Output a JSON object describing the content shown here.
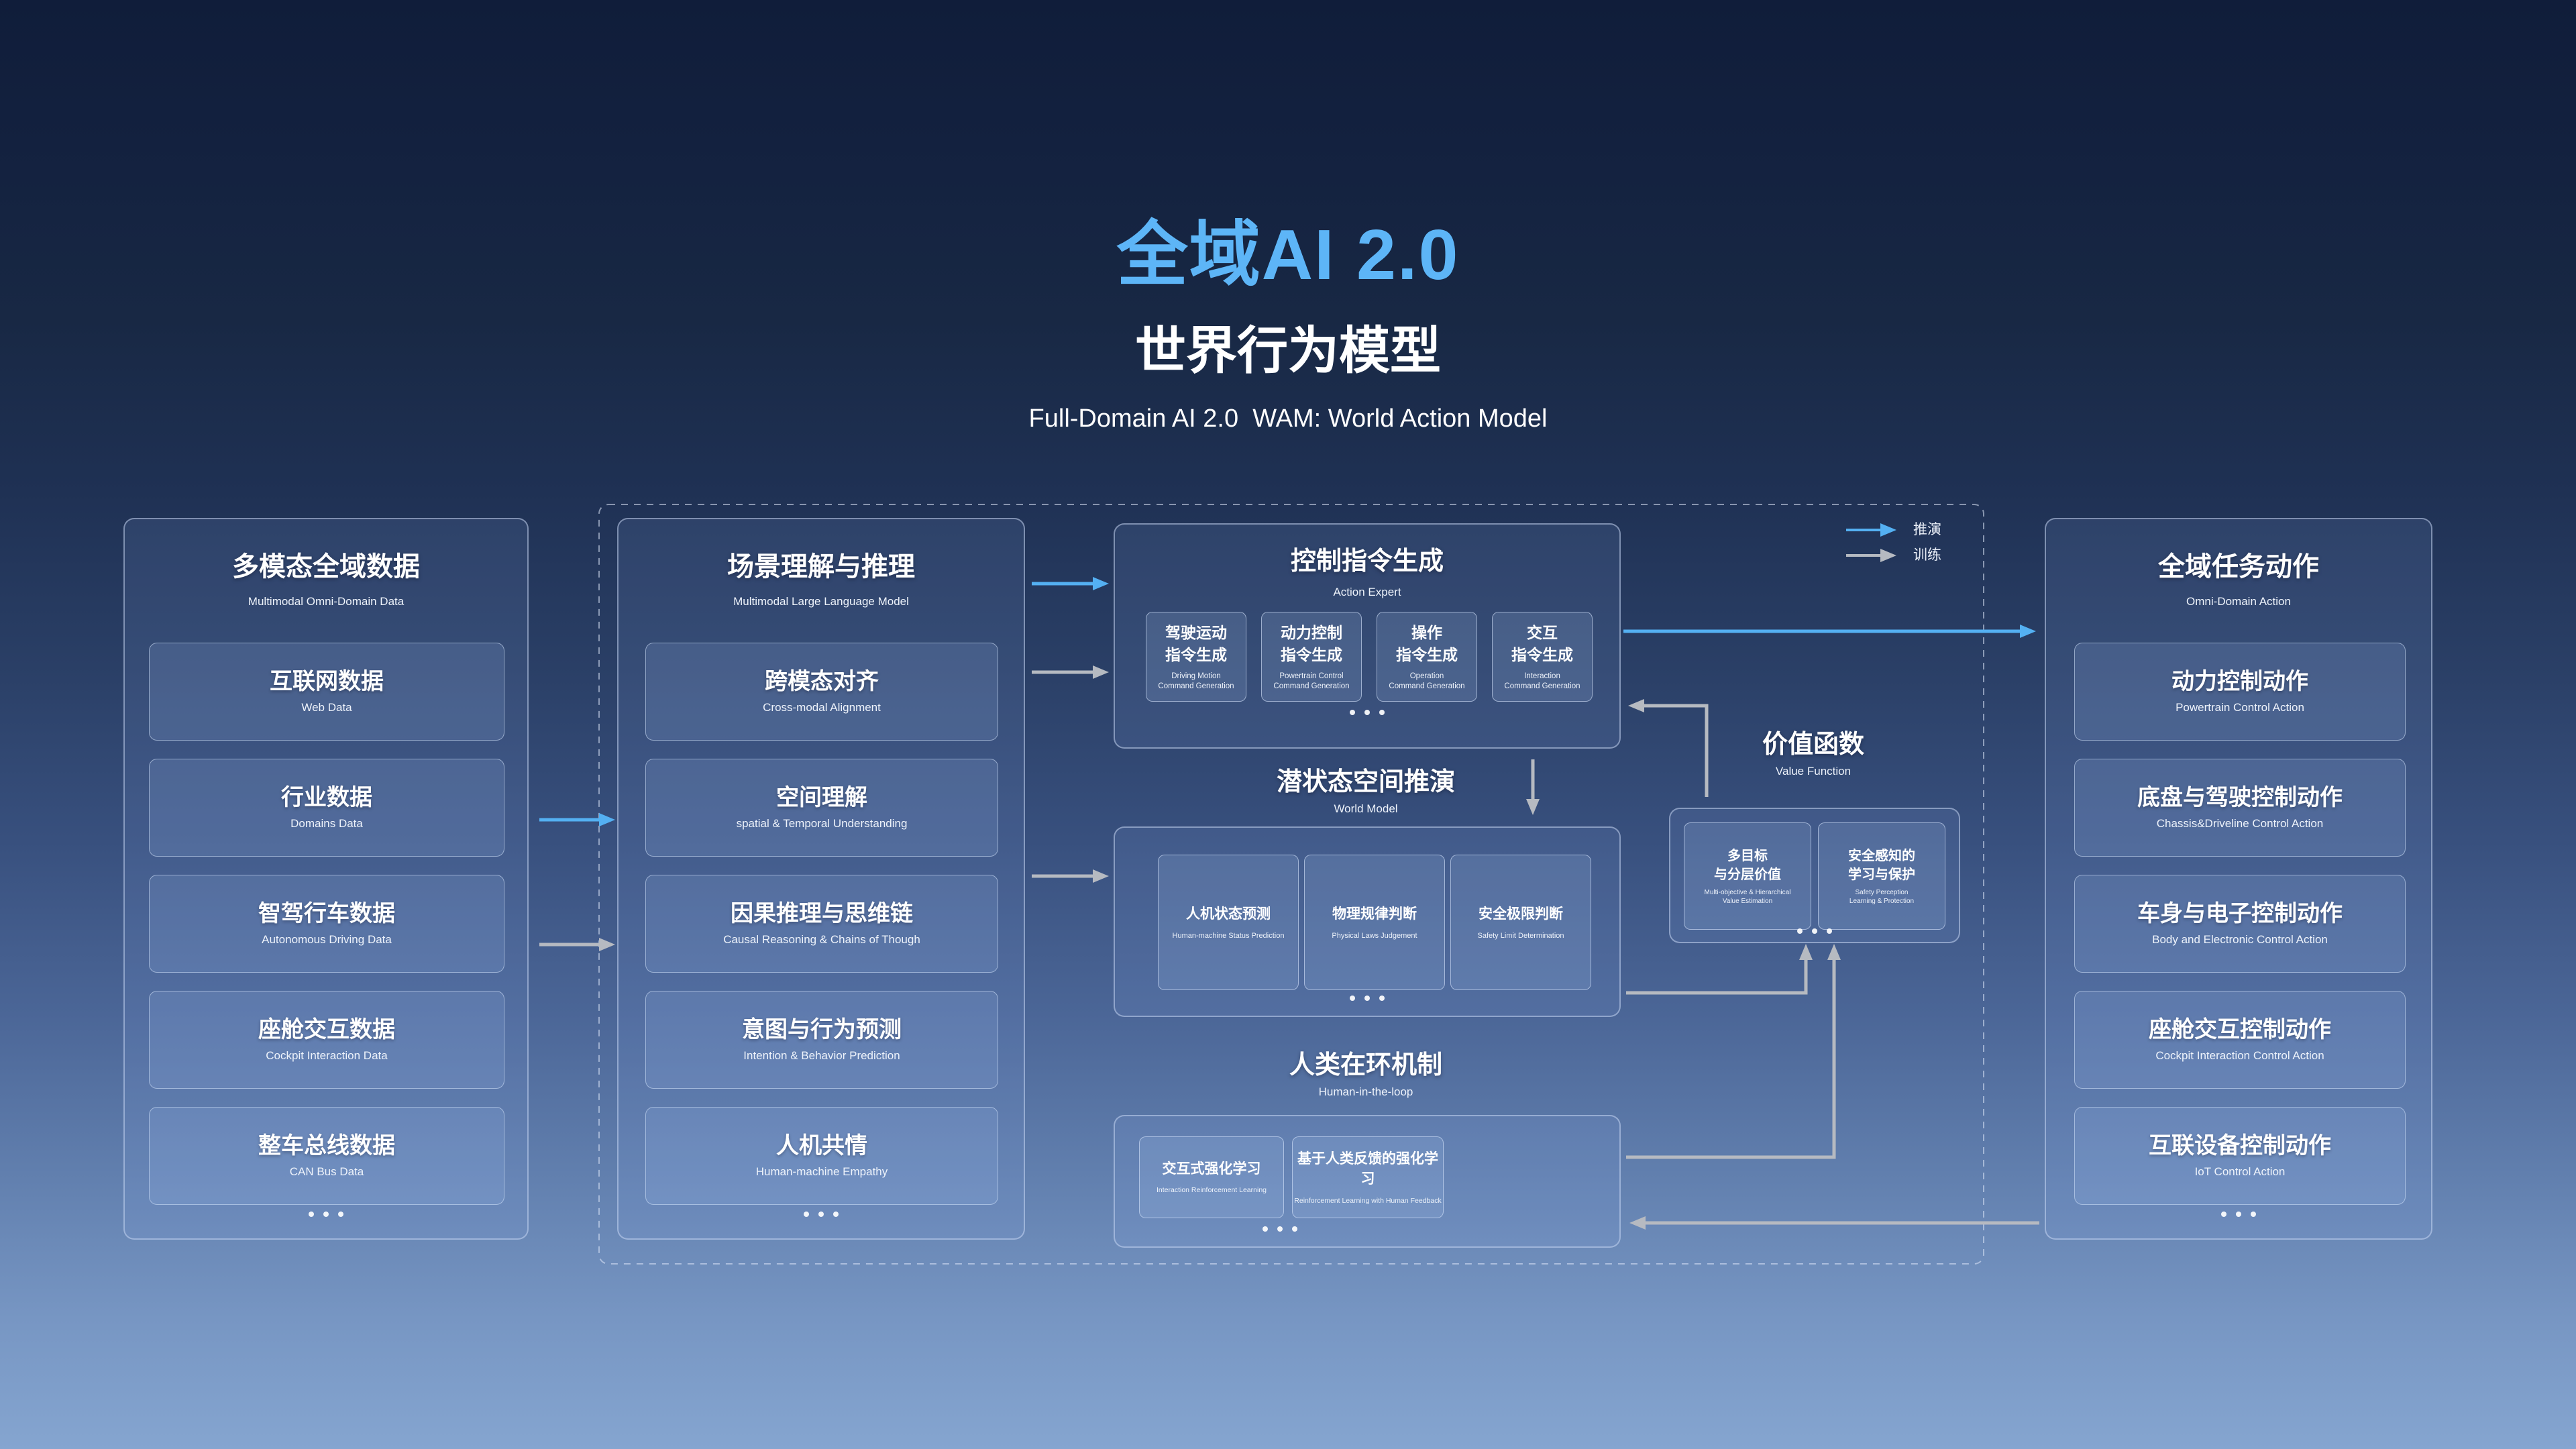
{
  "header": {
    "title": "全域AI 2.0",
    "subtitle": "世界行为模型",
    "subtitle_en": "Full-Domain AI 2.0  WAM: World Action Model"
  },
  "legend": {
    "inference": "推演",
    "training": "训练"
  },
  "colors": {
    "accent_blue_title": "#5db5f7",
    "inference_arrow": "#54b0f2",
    "training_arrow": "#b6bac1",
    "background_top": "#101d3a",
    "background_bottom": "#85a5d0"
  },
  "data_panel": {
    "title": "多模态全域数据",
    "title_en": "Multimodal Omni-Domain Data",
    "items": [
      {
        "zh": "互联网数据",
        "en": "Web Data"
      },
      {
        "zh": "行业数据",
        "en": "Domains Data"
      },
      {
        "zh": "智驾行车数据",
        "en": "Autonomous Driving Data"
      },
      {
        "zh": "座舱交互数据",
        "en": "Cockpit Interaction Data"
      },
      {
        "zh": "整车总线数据",
        "en": "CAN Bus Data"
      }
    ]
  },
  "mllm_panel": {
    "title": "场景理解与推理",
    "title_en": "Multimodal Large Language Model",
    "items": [
      {
        "zh": "跨模态对齐",
        "en": "Cross-modal Alignment"
      },
      {
        "zh": "空间理解",
        "en": "spatial & Temporal Understanding"
      },
      {
        "zh": "因果推理与思维链",
        "en": "Causal Reasoning & Chains of Though"
      },
      {
        "zh": "意图与行为预测",
        "en": "Intention & Behavior Prediction"
      },
      {
        "zh": "人机共情",
        "en": "Human-machine Empathy"
      }
    ]
  },
  "action_expert": {
    "title": "控制指令生成",
    "title_en": "Action Expert",
    "items": [
      {
        "zh1": "驾驶运动",
        "zh2": "指令生成",
        "en1": "Driving Motion",
        "en2": "Command Generation"
      },
      {
        "zh1": "动力控制",
        "zh2": "指令生成",
        "en1": "Powertrain  Control",
        "en2": "Command Generation"
      },
      {
        "zh1": "操作",
        "zh2": "指令生成",
        "en1": "Operation",
        "en2": "Command Generation"
      },
      {
        "zh1": "交互",
        "zh2": "指令生成",
        "en1": "Interaction",
        "en2": "Command Generation"
      }
    ]
  },
  "world_model": {
    "title": "潜状态空间推演",
    "title_en": "World Model",
    "items": [
      {
        "zh": "人机状态预测",
        "en": "Human-machine Status Prediction"
      },
      {
        "zh": "物理规律判断",
        "en": "Physical Laws Judgement"
      },
      {
        "zh": "安全极限判断",
        "en": "Safety Limit Determination"
      }
    ]
  },
  "human_loop": {
    "title": "人类在环机制",
    "title_en": "Human-in-the-loop",
    "items": [
      {
        "zh": "交互式强化学习",
        "en": "Interaction Reinforcement Learning"
      },
      {
        "zh": "基于人类反馈的强化学习",
        "en": "Reinforcement Learning with Human Feedback"
      }
    ]
  },
  "value_function": {
    "title": "价值函数",
    "title_en": "Value Function",
    "items": [
      {
        "zh1": "多目标",
        "zh2": "与分层价值",
        "en1": "Multi-objective & Hierarchical",
        "en2": "Value Estimation"
      },
      {
        "zh1": "安全感知的",
        "zh2": "学习与保护",
        "en1": "Safety Perception",
        "en2": "Learning & Protection"
      }
    ]
  },
  "action_panel": {
    "title": "全域任务动作",
    "title_en": "Omni-Domain Action",
    "items": [
      {
        "zh": "动力控制动作",
        "en": "Powertrain Control Action"
      },
      {
        "zh": "底盘与驾驶控制动作",
        "en": "Chassis&Driveline Control Action"
      },
      {
        "zh": "车身与电子控制动作",
        "en": "Body and Electronic Control Action"
      },
      {
        "zh": "座舱交互控制动作",
        "en": "Cockpit Interaction Control Action"
      },
      {
        "zh": "互联设备控制动作",
        "en": "IoT Control Action"
      }
    ]
  }
}
